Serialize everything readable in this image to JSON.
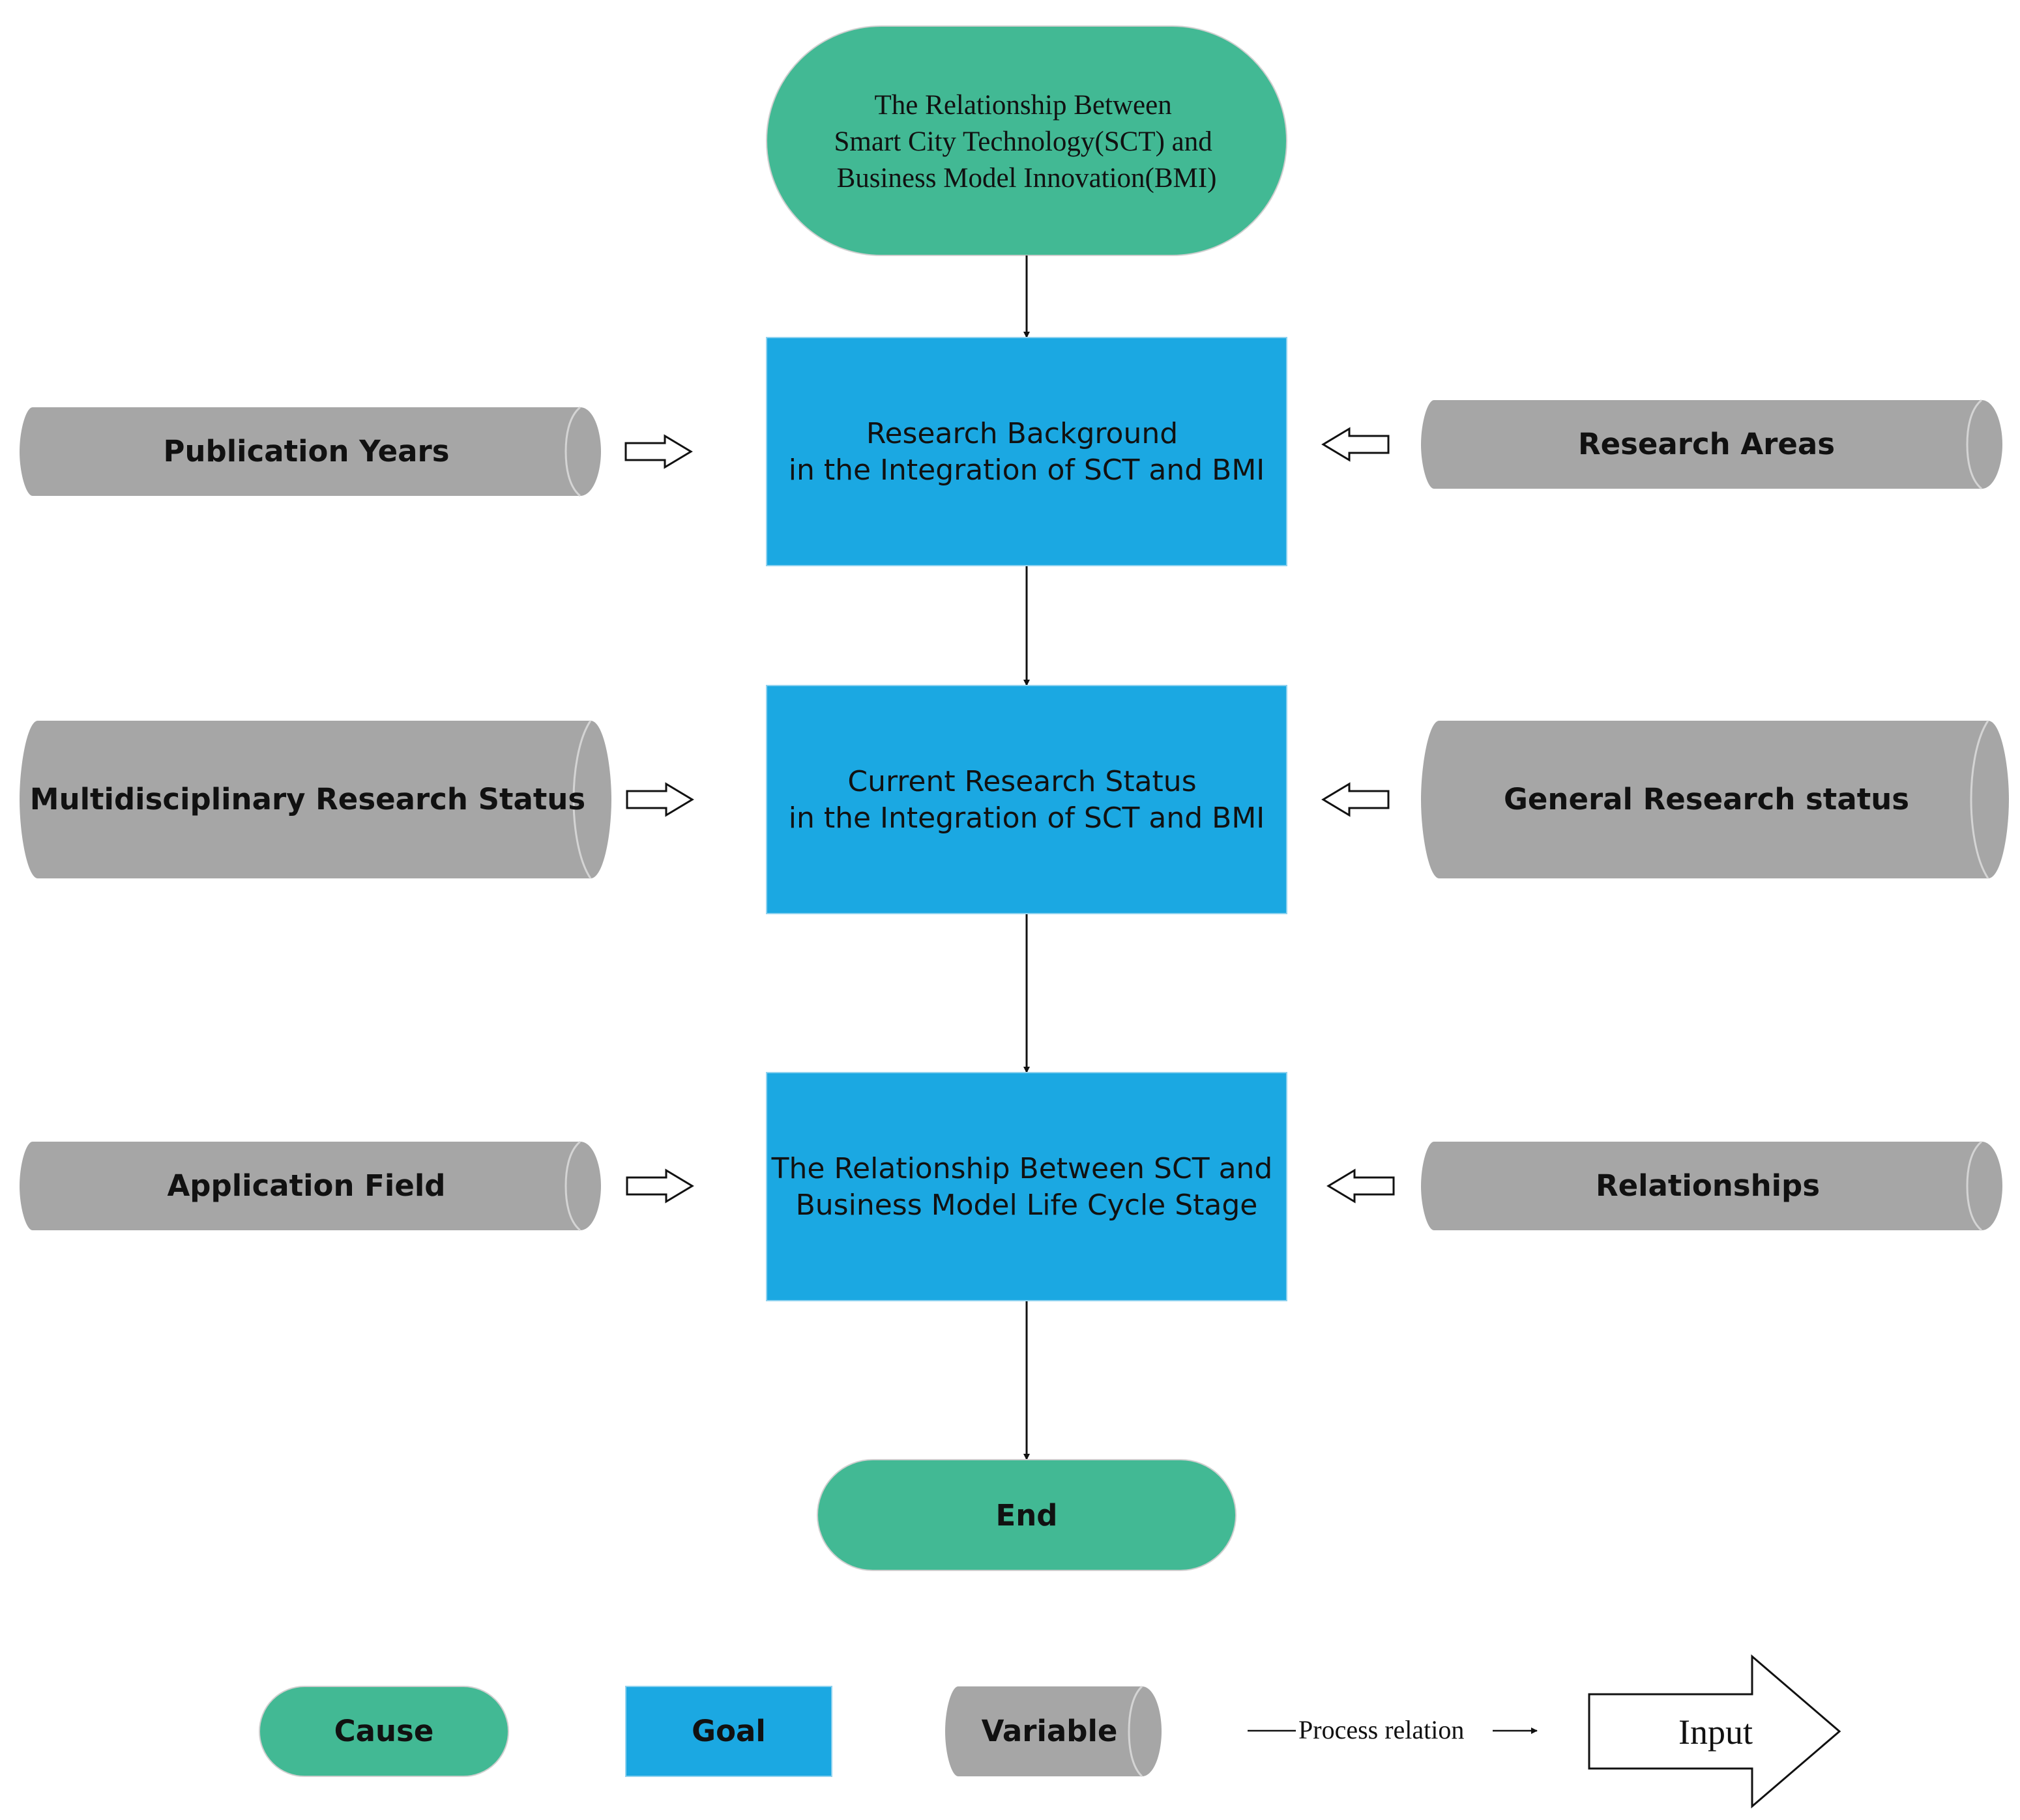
{
  "colors": {
    "cause": "#42b994",
    "goal": "#1ba8e2",
    "variable": "#a6a6a6",
    "variable_edge": "#d4d4d4",
    "line": "#111111"
  },
  "start": {
    "lines": [
      "The Relationship Between",
      "Smart City Technology(SCT) and",
      "Business Model Innovation(BMI)"
    ]
  },
  "goals": [
    {
      "lines": [
        "Research Background",
        "in the Integration of SCT and BMI"
      ]
    },
    {
      "lines": [
        "Current Research Status",
        "in the Integration of SCT and BMI"
      ]
    },
    {
      "lines": [
        "The Relationship Between SCT and",
        "Business Model Life Cycle Stage"
      ]
    }
  ],
  "variables_left": [
    "Publication Years",
    "Multidisciplinary Research Status",
    "Application Field"
  ],
  "variables_right": [
    "Research Areas",
    "General Research status",
    "Relationships"
  ],
  "end": {
    "label": "End"
  },
  "legend": {
    "cause": "Cause",
    "goal": "Goal",
    "variable": "Variable",
    "process_relation": "Process relation",
    "input": "Input"
  }
}
